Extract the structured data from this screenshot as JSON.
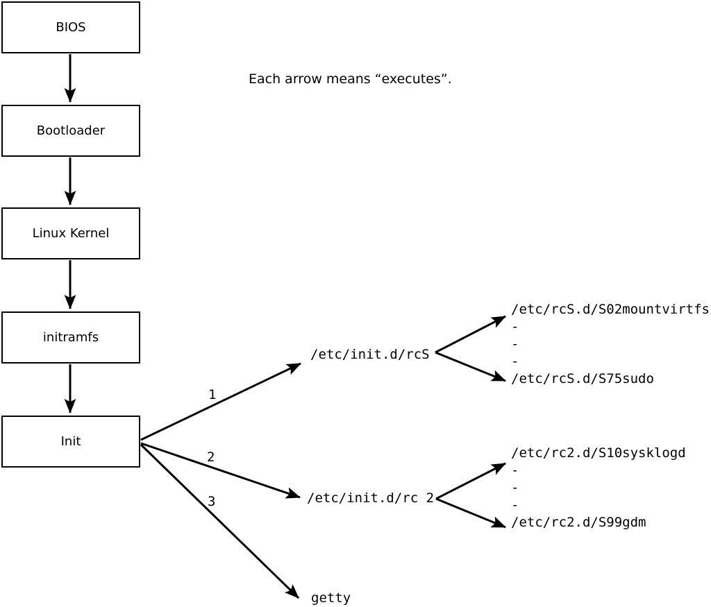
{
  "note": {
    "text": "Each arrow means “executes”."
  },
  "chain": [
    {
      "label": "BIOS"
    },
    {
      "label": "Bootloader"
    },
    {
      "label": "Linux Kernel"
    },
    {
      "label": "initramfs"
    },
    {
      "label": "Init"
    }
  ],
  "branches": [
    {
      "number": "1",
      "target": "/etc/init.d/rcS",
      "children": [
        "/etc/rcS.d/S02mountvirtfs",
        "-",
        "-",
        "-",
        "/etc/rcS.d/S75sudo"
      ]
    },
    {
      "number": "2",
      "target": "/etc/init.d/rc 2",
      "children": [
        "/etc/rc2.d/S10sysklogd",
        "-",
        "-",
        "-",
        "/etc/rc2.d/S99gdm"
      ]
    },
    {
      "number": "3",
      "target": "getty",
      "children": []
    }
  ],
  "colors": {
    "ink": "#000000",
    "background": "#ffffff"
  }
}
